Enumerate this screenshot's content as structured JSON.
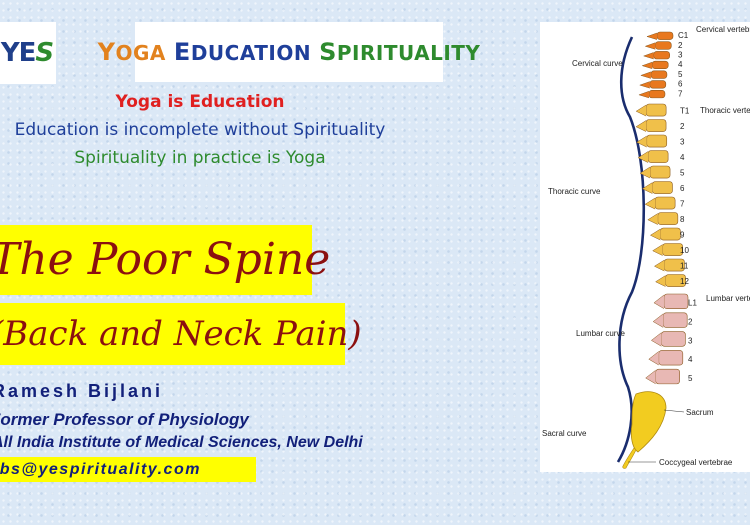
{
  "logo": {
    "mark_prefix": "YE",
    "mark_suffix": "S"
  },
  "brand": {
    "yoga_initial": "Y",
    "yoga_rest": "OGA",
    "education_initial": "E",
    "education_rest": "DUCATION",
    "spirituality_initial": "S",
    "spirituality_rest": "PIRITUALITY"
  },
  "motto": {
    "line1": "Yoga is Education",
    "line2": "Education is incomplete without Spirituality",
    "line3": "Spirituality in practice is Yoga"
  },
  "title": {
    "line1": "The Poor Spine",
    "line2": "(Back and Neck Pain)"
  },
  "author": {
    "name": "Ramesh Bijlani",
    "role": "Former Professor of Physiology",
    "institution": "All India Institute of Medical Sciences, New Delhi",
    "email": "rbs@yespirituality.com"
  },
  "diagram": {
    "curves": {
      "cervical": "Cervical curve",
      "thoracic": "Thoracic curve",
      "lumbar": "Lumbar curve",
      "sacral": "Sacral curve"
    },
    "regions": {
      "cervical": "Cervical vertebrae",
      "thoracic": "Thoracic vertebrae",
      "lumbar": "Lumbar vertebrae",
      "sacrum": "Sacrum",
      "coccygeal": "Coccygeal vertebrae"
    },
    "cervical_numbers": [
      "C1",
      "2",
      "3",
      "4",
      "5",
      "6",
      "7"
    ],
    "thoracic_numbers": [
      "T1",
      "2",
      "3",
      "4",
      "5",
      "6",
      "7",
      "8",
      "9",
      "10",
      "11",
      "12"
    ],
    "lumbar_numbers": [
      "L1",
      "2",
      "3",
      "4",
      "5"
    ],
    "colors": {
      "cervical": "#e8781e",
      "thoracic": "#f0c04a",
      "lumbar": "#e8b8b4",
      "sacral": "#f2cc20"
    }
  }
}
